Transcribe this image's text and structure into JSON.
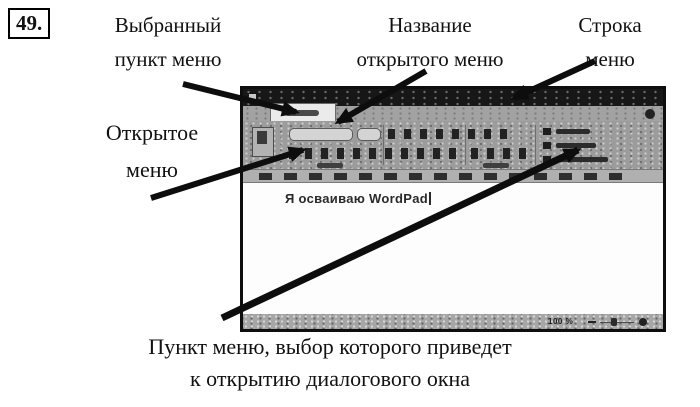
{
  "figure_number": "49.",
  "labels": {
    "selected_item": [
      "Выбранный",
      "пункт меню"
    ],
    "open_menu_name": [
      "Название",
      "открытого  меню"
    ],
    "menu_bar": [
      "Строка",
      "меню"
    ],
    "open_menu": [
      "Открытое",
      "меню"
    ],
    "dialog_item_line1": "Пункт меню, выбор которого приведет",
    "dialog_item_line2": "к открытию диалогового окна"
  },
  "window": {
    "document_text": "Я осваиваю WordPad",
    "status_zoom": "100 %"
  },
  "colors": {
    "ink": "#111111",
    "window_chrome_gray": "#9c9c9c",
    "titlebar_dark": "#171717"
  }
}
